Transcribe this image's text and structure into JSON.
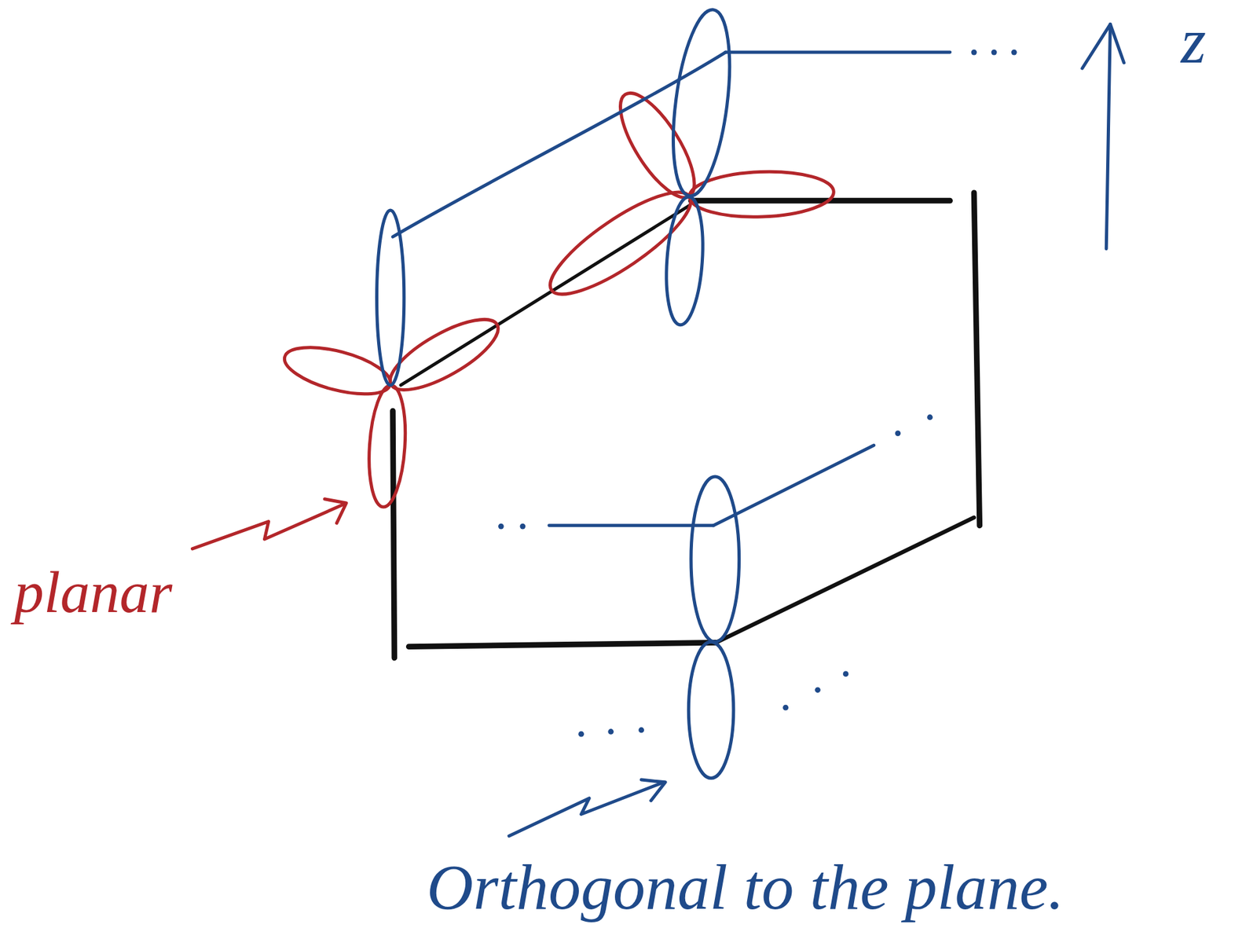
{
  "diagram": {
    "labels": [
      "z",
      "planar",
      "Orthogonal to the plane."
    ]
  }
}
